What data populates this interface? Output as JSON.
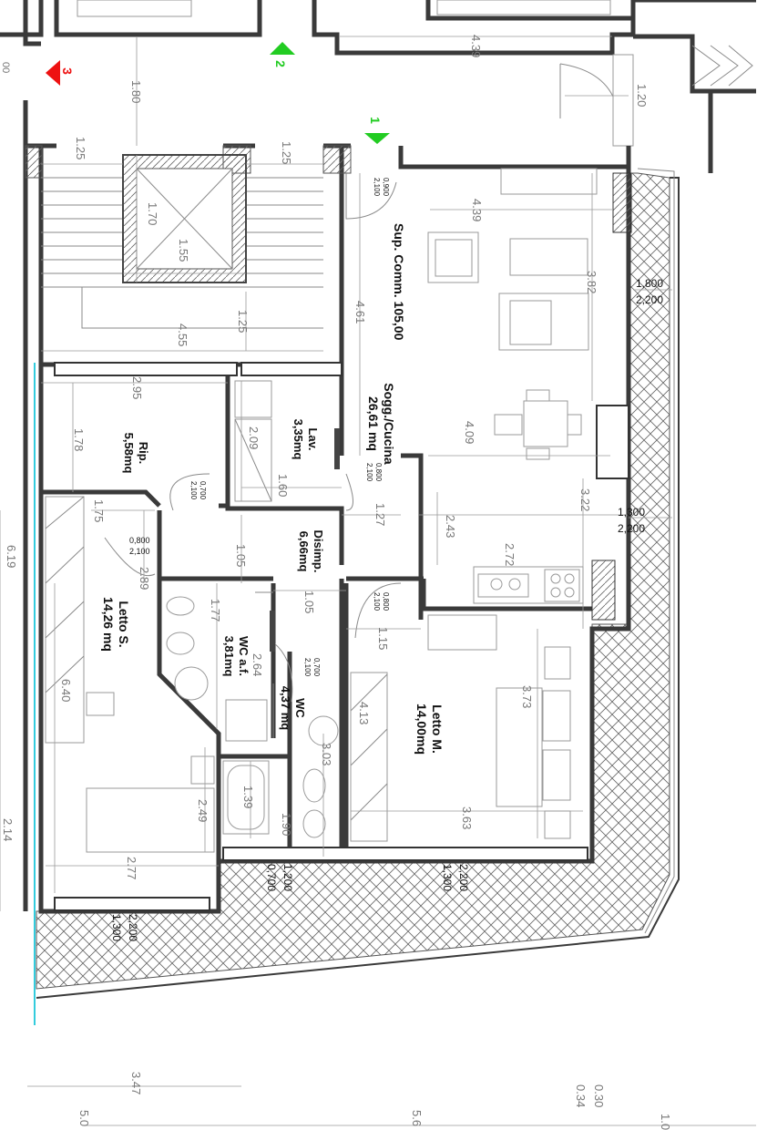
{
  "colors": {
    "wall": "#3a3a3a",
    "marker_green": "#22cc22",
    "marker_red": "#ee1111",
    "cyan_line": "#33ccdd"
  },
  "markers": [
    {
      "num": "1",
      "color": "#22cc22"
    },
    {
      "num": "2",
      "color": "#22cc22"
    },
    {
      "num": "3",
      "color": "#ee1111"
    }
  ],
  "rooms": [
    {
      "name": "Sogg./Cucina",
      "area": "26,61 mq"
    },
    {
      "name": "Sup. Comm. 105,00",
      "area": ""
    },
    {
      "name": "Lav.",
      "area": "3,35mq"
    },
    {
      "name": "Rip.",
      "area": "5,58mq"
    },
    {
      "name": "Disimp.",
      "area": "6,66mq"
    },
    {
      "name": "Letto S.",
      "area": "14,26 mq"
    },
    {
      "name": "WC a.f.",
      "area": "3,81mq"
    },
    {
      "name": "WC",
      "area": "4,37 mq"
    },
    {
      "name": "Letto M.",
      "area": "14,00mq"
    }
  ],
  "dimensions": {
    "d_439_top": "4.39",
    "d_180": "1.80",
    "d_120": "1.20",
    "d_125_a": "1.25",
    "d_125_b": "1.25",
    "d_170": "1.70",
    "d_155": "1.55",
    "d_455": "4.55",
    "d_125_c": "1.25",
    "d_439_mid": "4.39",
    "d_382": "3.82",
    "d_461": "4.61",
    "d_295": "2.95",
    "d_178": "1.78",
    "d_209": "2.09",
    "d_160": "1.60",
    "d_409": "4.09",
    "d_175": "1.75",
    "d_127": "1.27",
    "d_105_a": "1.05",
    "d_243": "2.43",
    "d_272": "2.72",
    "d_322": "3.22",
    "d_289": "2.89",
    "d_177": "1.77",
    "d_105_b": "1.05",
    "d_115": "1.15",
    "d_619": "6.19",
    "d_264": "2.64",
    "d_640": "6.40",
    "d_413": "4.13",
    "d_373": "3.73",
    "d_303": "3.03",
    "d_139": "1.39",
    "d_249": "2.49",
    "d_363": "3.63",
    "d_190": "1.90",
    "d_277": "2.77",
    "d_214": "2.14",
    "d_347": "3.47",
    "d_030": "0.30",
    "d_034": "0.34",
    "d_5a": "5.0",
    "d_5b": "5.6",
    "d_1": "1.0",
    "d_000": "00"
  },
  "window_codes": {
    "w1_top": "1,800",
    "w1_bot": "2,200",
    "w2_top": "1,300",
    "w2_bot": "2,200",
    "w3_top": "1,200",
    "w3_bot": "0,700",
    "w4_top": "2,200",
    "w4_bot": "1,300",
    "w5_top": "2,200",
    "w5_bot": "1,300"
  },
  "door_codes": [
    {
      "w": "0,900",
      "h": "2,100"
    },
    {
      "w": "0,800",
      "h": "2,100"
    },
    {
      "w": "0,700",
      "h": "2,100"
    },
    {
      "w": "0,800",
      "h": "2,100"
    },
    {
      "w": "0,800",
      "h": "2,100"
    },
    {
      "w": "0,700",
      "h": "2,100"
    }
  ]
}
